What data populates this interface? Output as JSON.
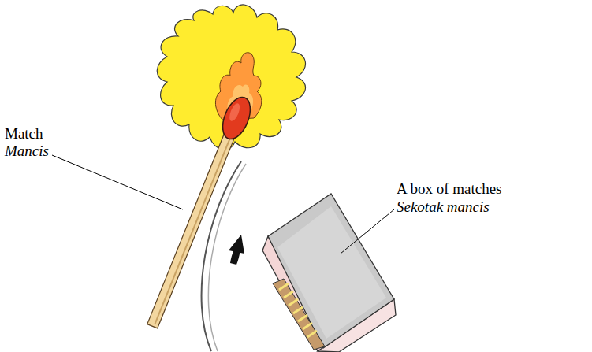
{
  "diagram": {
    "labels": [
      "Match",
      "Mancis",
      "A box of matches",
      "Sekotak mancis"
    ]
  }
}
